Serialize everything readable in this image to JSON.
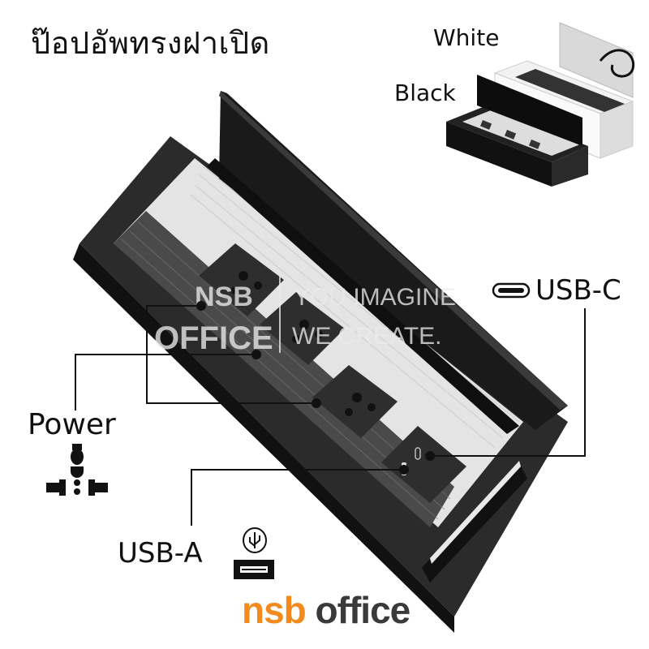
{
  "title": "ป๊อปอัพทรงฝาเปิด",
  "variants": {
    "white_label": "White",
    "black_label": "Black"
  },
  "watermark": {
    "brand_line1": "NSB",
    "brand_line2": "OFFICE",
    "tagline_line1": "YOU IMAGINE",
    "tagline_line2": "WE CREATE."
  },
  "callouts": {
    "usb_c": {
      "label": "USB-C",
      "icon": "usb-c-port-icon"
    },
    "power": {
      "label": "Power",
      "icon": "universal-plug-icon"
    },
    "usb_a": {
      "label": "USB-A",
      "icon": "usb-a-port-icon"
    }
  },
  "product": {
    "outlets": 3,
    "usb_module": [
      "USB-A",
      "USB-C"
    ],
    "colors": {
      "body": "#1c1c1c",
      "insert": "#e6e6e6",
      "brush": "#555555"
    }
  },
  "brand": {
    "part1": "nsb",
    "part2": " office",
    "colors": {
      "part1": "#f28a1e",
      "part2": "#3a3a3a"
    }
  }
}
